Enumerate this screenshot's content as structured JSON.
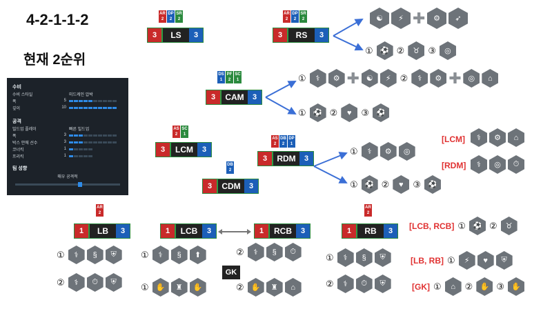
{
  "formation": "4-2-1-1-2",
  "rank": "현재 2순위",
  "panel": {
    "defense": "수비",
    "def_style_label": "수비 스타일",
    "def_style_value": "미드케인 압박",
    "width_label": "폭",
    "width_value": "5",
    "depth_label": "깊이",
    "depth_value": "10",
    "attack": "공격",
    "build_label": "빌드업 플레이",
    "build_value": "빠른 빌드업",
    "a_width_label": "폭",
    "a_width_value": "3",
    "box_label": "박스 안에 선수",
    "box_value": "3",
    "corner_label": "코너킥",
    "corner_value": "1",
    "fk_label": "프리킥",
    "fk_value": "1",
    "team_title": "팀 성향",
    "team_value": "매우 공격적"
  },
  "cards": {
    "ls": {
      "ovr": "3",
      "pos": "LS",
      "lvl": "3"
    },
    "rs": {
      "ovr": "3",
      "pos": "RS",
      "lvl": "3"
    },
    "cam": {
      "ovr": "3",
      "pos": "CAM",
      "lvl": "3"
    },
    "lcm": {
      "ovr": "3",
      "pos": "LCM",
      "lvl": "3"
    },
    "rdm": {
      "ovr": "3",
      "pos": "RDM",
      "lvl": "3"
    },
    "cdm": {
      "ovr": "3",
      "pos": "CDM",
      "lvl": "3"
    },
    "lb": {
      "ovr": "1",
      "pos": "LB",
      "lvl": "3"
    },
    "lcb": {
      "ovr": "1",
      "pos": "LCB",
      "lvl": "3"
    },
    "rcb": {
      "ovr": "1",
      "pos": "RCB",
      "lvl": "3"
    },
    "rb": {
      "ovr": "1",
      "pos": "RB",
      "lvl": "3"
    }
  },
  "tags": {
    "ls": [
      {
        "t": "AR",
        "n": "2"
      },
      {
        "t": "DP",
        "n": "2"
      },
      {
        "t": "SR",
        "n": "2"
      }
    ],
    "rs": [
      {
        "t": "AR",
        "n": "2"
      },
      {
        "t": "DP",
        "n": "2"
      },
      {
        "t": "SR",
        "n": "2"
      }
    ],
    "cam": [
      {
        "t": "DS",
        "n": "1"
      },
      {
        "t": "PF",
        "n": "2"
      },
      {
        "t": "SC",
        "n": "1"
      }
    ],
    "lcm": [
      {
        "t": "AS",
        "n": "2"
      },
      {
        "t": "SC",
        "n": "1"
      }
    ],
    "rdm": [
      {
        "t": "AS",
        "n": "2"
      },
      {
        "t": "DB",
        "n": "2"
      },
      {
        "t": "DP",
        "n": "1"
      }
    ],
    "cdm": [
      {
        "t": "DB",
        "n": "2"
      }
    ],
    "lb": [
      {
        "t": "AR",
        "n": "2"
      }
    ],
    "rb": [
      {
        "t": "AR",
        "n": "2"
      }
    ]
  },
  "nums": {
    "n1": "①",
    "n2": "②",
    "n3": "③"
  },
  "labels": {
    "lcm": "[LCM]",
    "rdm": "[RDM]",
    "lcb_rcb": "[LCB, RCB]",
    "lb_rb": "[LB, RB]",
    "gk": "[GK]",
    "gk_card": "GK"
  },
  "icons": [
    "meditate-icon",
    "runner-icon",
    "catapult-icon",
    "bow-icon",
    "shield-icon",
    "target-icon",
    "bull-icon",
    "ball-icon",
    "lungs-icon",
    "glove-icon",
    "tower-icon",
    "goal-icon",
    "arrow-up-icon",
    "stopwatch-icon",
    "snake-icon"
  ]
}
